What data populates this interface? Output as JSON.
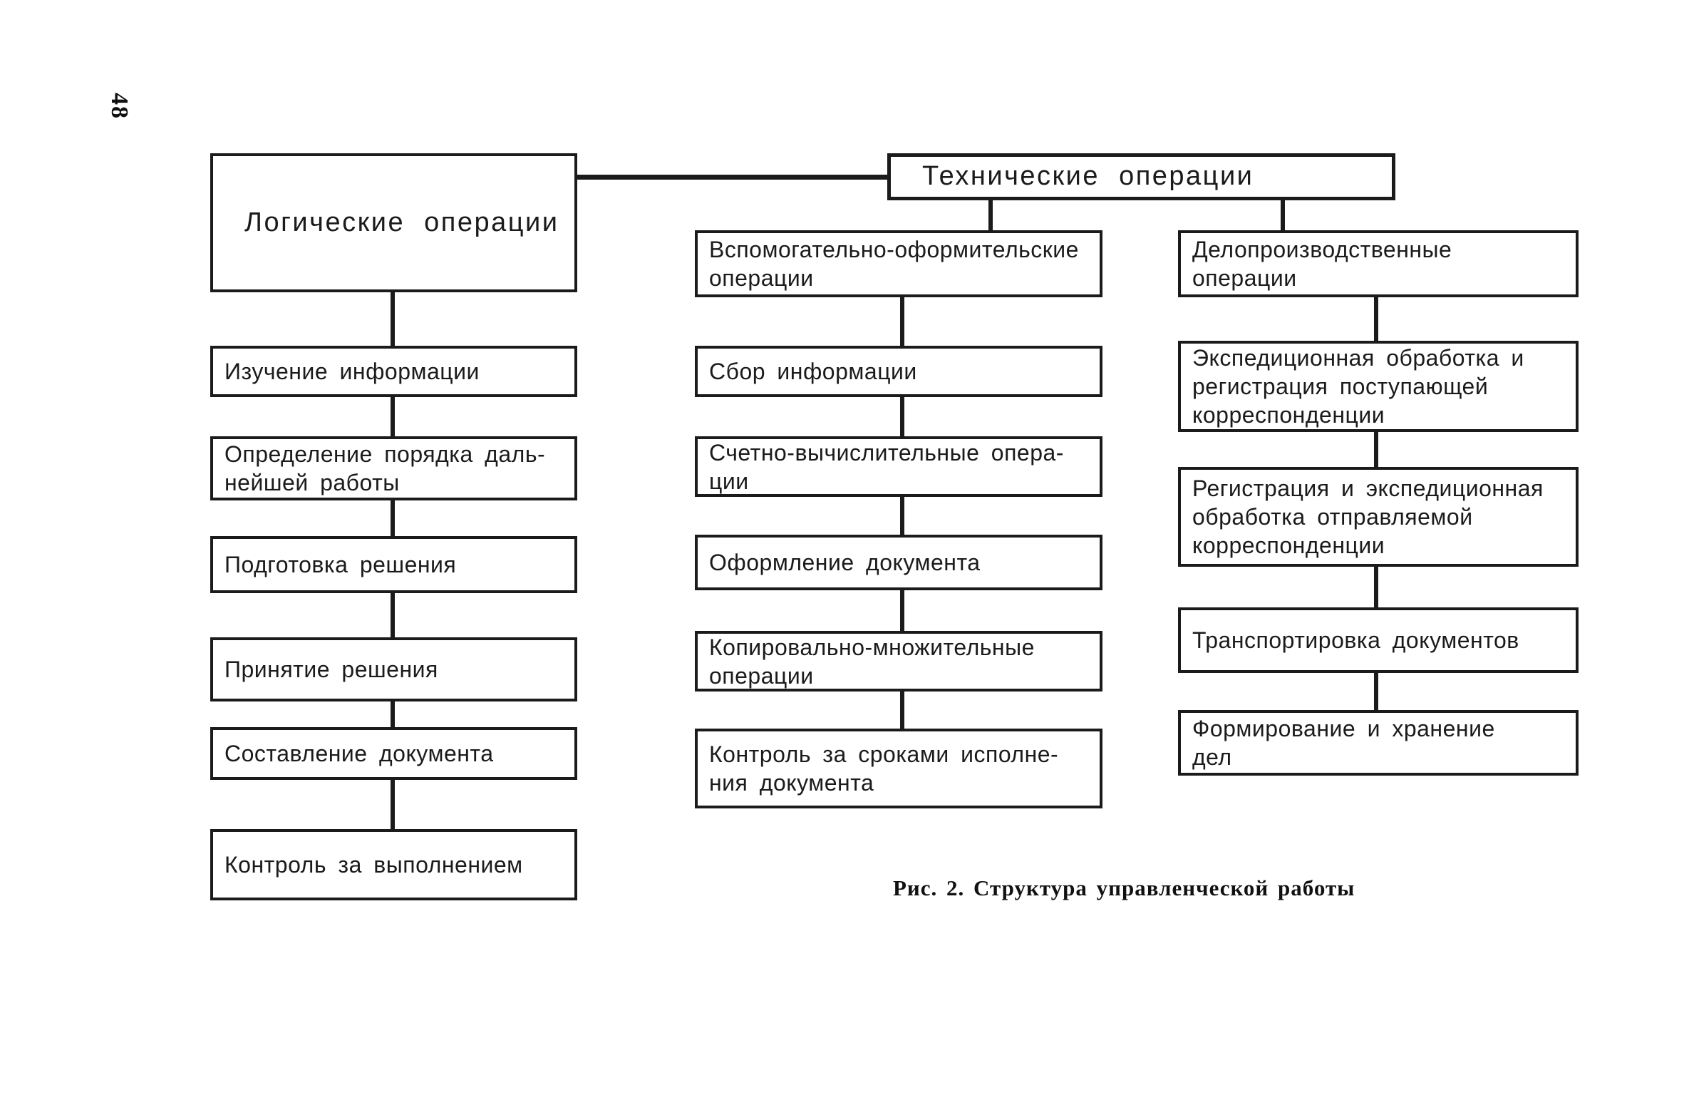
{
  "page": {
    "number": "48",
    "caption": "Рис. 2. Структура управленческой работы"
  },
  "diagram": {
    "ink_color": "#1b1b1b",
    "paper_color": "#ffffff",
    "left": {
      "header": "Логические операции",
      "boxes": [
        "Изучение информации",
        "Определение порядка даль-\nнейшей работы",
        "Подготовка решения",
        "Принятие решения",
        "Составление документа",
        "Контроль за выполнением"
      ]
    },
    "tech": {
      "header": "Технические операции"
    },
    "middle": {
      "header": "Вспомогательно-оформительские\nоперации",
      "boxes": [
        "Сбор информации",
        "Счетно-вычислительные опера-\nции",
        "Оформление документа",
        "Копировально-множительные\nоперации",
        "Контроль за сроками исполне-\nния документа"
      ]
    },
    "right": {
      "header": "Делопроизводственные\nоперации",
      "boxes": [
        "Экспедиционная обработка и\nрегистрация поступающей\nкорреспонденции",
        "Регистрация и экспедиционная\nобработка отправляемой\nкорреспонденции",
        "Транспортировка документов",
        "Формирование и хранение\nдел"
      ]
    }
  }
}
